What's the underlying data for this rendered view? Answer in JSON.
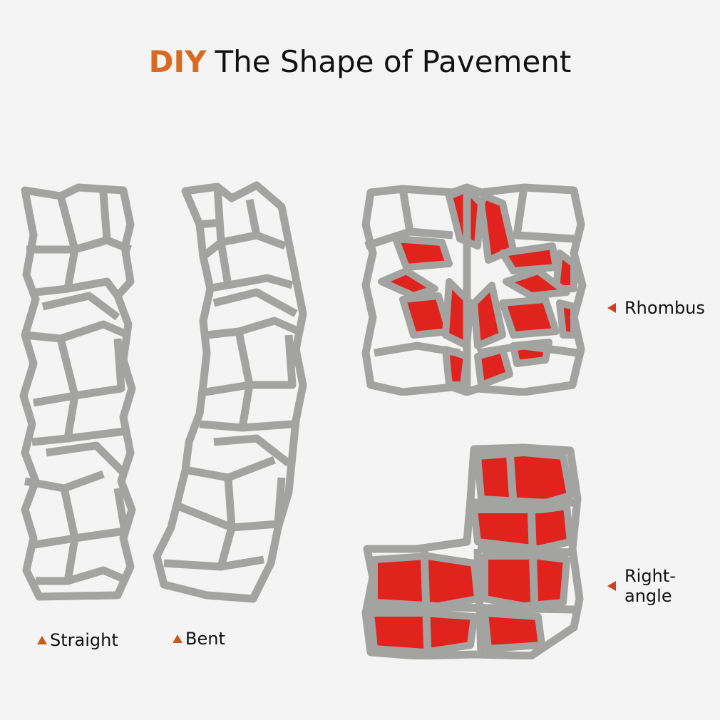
{
  "title": {
    "highlight": "DIY",
    "text": "The Shape of Pavement",
    "highlight_color": "#d96a22"
  },
  "labels": {
    "straight": "Straight",
    "bent": "Bent",
    "rhombus": "Rhombus",
    "right_angle": "Right-angle"
  },
  "colors": {
    "mold_gray": "#a3a3a1",
    "fill_red": "#e0231c",
    "background": "#f4f4f4",
    "marker": "#c65a20"
  }
}
